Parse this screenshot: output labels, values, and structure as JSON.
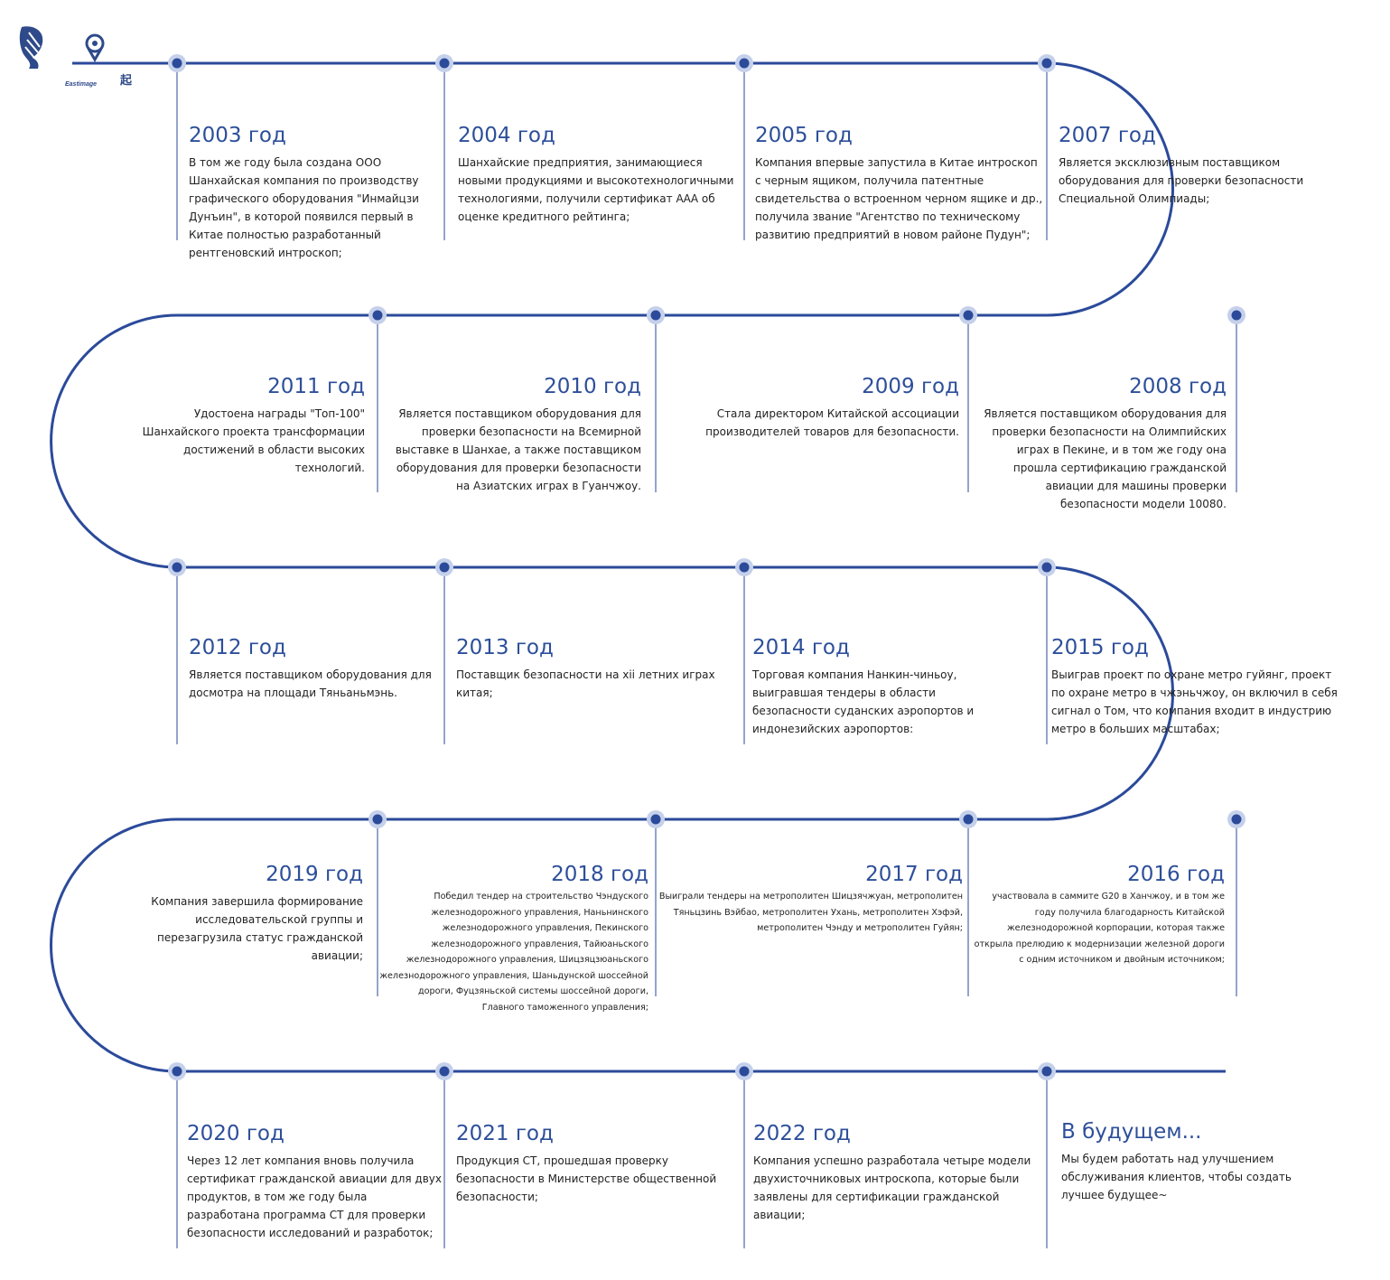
{
  "brand": {
    "logo_text": "Eastimage",
    "badge": "起"
  },
  "colors": {
    "track": "#2b4a9a",
    "dot": "#2b4a9a",
    "halo": "#c5d0ea",
    "year": "#2d4f9a"
  },
  "milestones": [
    {
      "year": "2003 год",
      "text": "В том же году была создана ООО Шанхайская компания по производству графического оборудования \"Инмайцзи Дунъин\", в которой появился первый в Китае полностью разработанный рентгеновский интроскоп;"
    },
    {
      "year": "2004 год",
      "text": "Шанхайские предприятия, занимающиеся новыми продукциями и высокотехнологичными технологиями, получили сертификат ААА об оценке кредитного рейтинга;"
    },
    {
      "year": "2005 год",
      "text": "Компания впервые запустила в Китае интроскоп с черным ящиком, получила патентные свидетельства о встроенном черном ящике и др., получила звание \"Агентство по техническому развитию предприятий в новом районе Пудун\";"
    },
    {
      "year": "2007 год",
      "text": "Является эксклюзивным поставщиком оборудования для проверки безопасности Специальной Олимпиады;"
    },
    {
      "year": "2011 год",
      "text": "Удостоена награды \"Топ-100\" Шанхайского проекта трансформации достижений в области высоких технологий."
    },
    {
      "year": "2010 год",
      "text": "Является поставщиком оборудования для проверки безопасности на Всемирной выставке в Шанхае, а также поставщиком оборудования для проверки безопасности на Азиатских играх в Гуанчжоу."
    },
    {
      "year": "2009 год",
      "text": "Стала директором Китайской ассоциации производителей товаров для безопасности."
    },
    {
      "year": "2008 год",
      "text": "Является поставщиком оборудования для проверки безопасности на Олимпийских играх в Пекине, и в том же году она прошла сертификацию гражданской авиации для машины проверки безопасности модели 10080."
    },
    {
      "year": "2012 год",
      "text": "Является поставщиком оборудования для досмотра на площади Тяньаньмэнь."
    },
    {
      "year": "2013 год",
      "text": "Поставщик безопасности на xii летних играх китая;"
    },
    {
      "year": "2014 год",
      "text": "Торговая компания Нанкин-чиньоу, выигравшая тендеры в области безопасности суданских аэропортов и индонезийских аэропортов:"
    },
    {
      "year": "2015 год",
      "text": "Выиграв проект по охране метро гуйянг, проект по охране метро в чжэньчжоу, он включил в себя сигнал о Том, что компания входит в индустрию метро в больших масштабах;"
    },
    {
      "year": "2019 год",
      "text": "Компания завершила формирование исследовательской группы и перезагрузила статус гражданской авиации;"
    },
    {
      "year": "2018 год",
      "text": "Победил тендер на строительство Чэндуского железнодорожного управления, Наньнинского железнодорожного управления, Пекинского железнодорожного управления, Тайюаньского железнодорожного управления, Шицзяцзюаньского железнодорожного управления, Шаньдунской шоссейной дороги, Фуцзяньской системы шоссейной дороги, Главного таможенного управления;"
    },
    {
      "year": "2017 год",
      "text": "Выиграли тендеры на метрополитен Шицзячжуан, метрополитен Тяньцзинь Вэйбао, метрополитен Ухань, метрополитен Хэфэй, метрополитен Чэнду и метрополитен Гуйян;"
    },
    {
      "year": "2016 год",
      "text": "участвовала в саммите G20 в Ханчжоу, и в том же году получила благодарность Китайской железнодорожной корпорации, которая также открыла прелюдию к модернизации железной дороги с одним источником и двойным источником;"
    },
    {
      "year": "2020 год",
      "text": "Через 12 лет компания вновь получила сертификат гражданской авиации для двух продуктов, в том же году была разработана программа СТ для проверки безопасности исследований и разработок;"
    },
    {
      "year": "2021 год",
      "text": "Продукция СТ, прошедшая проверку безопасности в Министерстве общественной безопасности;"
    },
    {
      "year": "2022 год",
      "text": "Компания успешно разработала четыре модели двухисточниковых интроскопа, которые были заявлены для сертификации гражданской авиации;"
    },
    {
      "year": "В будущем...",
      "text": "Мы будем работать над улучшением обслуживания клиентов, чтобы создать лучшее будущее~"
    }
  ]
}
